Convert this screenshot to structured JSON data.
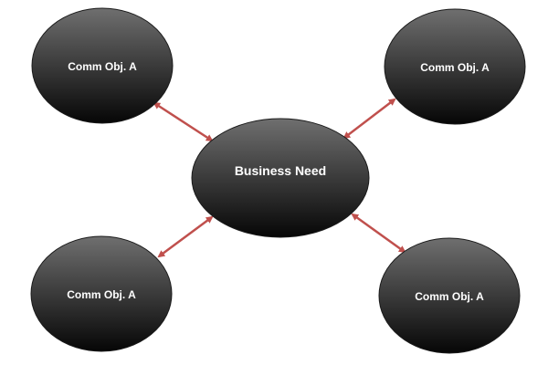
{
  "diagram": {
    "center": {
      "label": "Business Need"
    },
    "nodes": [
      {
        "label": "Comm Obj. A"
      },
      {
        "label": "Comm Obj. A"
      },
      {
        "label": "Comm Obj. A"
      },
      {
        "label": "Comm Obj. A"
      }
    ]
  },
  "colors": {
    "node_top": "#6d6d6d",
    "node_bottom": "#070707",
    "outline": "#1a1a1a",
    "arrow": "#c0504d",
    "text": "#ffffff"
  }
}
